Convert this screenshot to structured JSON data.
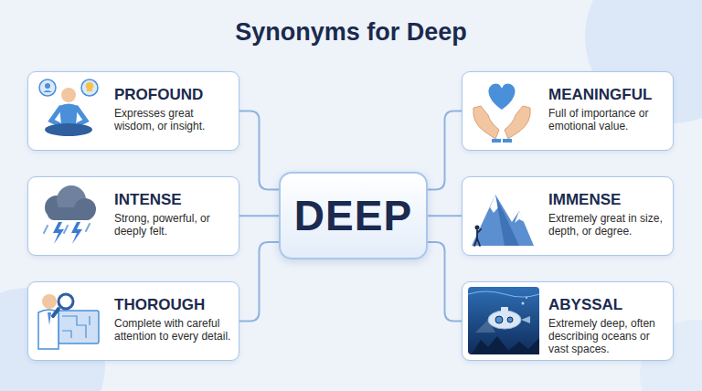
{
  "diagram": {
    "title": "Synonyms for Deep",
    "nodes": [
      {
        "text": [
          "PROFOUND",
          "Expresses great wisdom, or insight."
        ]
      },
      {
        "text": [
          "MEANINGFUL",
          "Full of importance or emotional value."
        ]
      },
      {
        "text": [
          "INTENSE",
          "Strong, powerful, or deeply felt."
        ]
      },
      {
        "text": [
          "DEEP"
        ]
      },
      {
        "text": [
          "IMMENSE",
          "Extremely great in size, depth, or degree."
        ]
      },
      {
        "text": [
          "THOROUGH",
          "Complete with careful attention to every detail."
        ]
      },
      {
        "text": [
          "ABYSSAL",
          "Extremely deep, often describing oceans or vast spaces."
        ]
      }
    ],
    "edges": [
      {
        "from": 3,
        "to": 0,
        "arrow": "none"
      },
      {
        "from": 3,
        "to": 1,
        "arrow": "none"
      },
      {
        "from": 3,
        "to": 2,
        "arrow": "none"
      },
      {
        "from": 3,
        "to": 4,
        "arrow": "none"
      },
      {
        "from": 3,
        "to": 5,
        "arrow": "none"
      },
      {
        "from": 3,
        "to": 6,
        "arrow": "none"
      }
    ]
  }
}
